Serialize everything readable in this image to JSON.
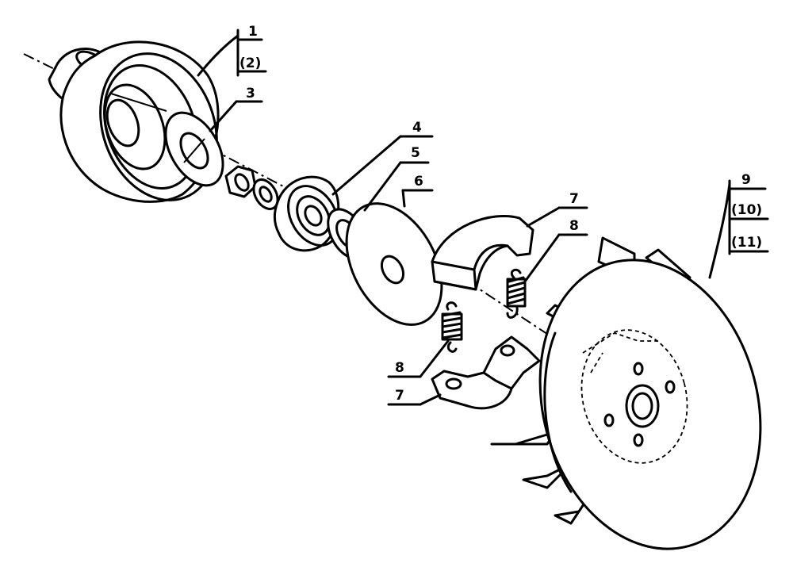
{
  "callouts": {
    "c1": "1",
    "c2": "(2)",
    "c3": "3",
    "c4": "4",
    "c5": "5",
    "c6": "6",
    "c7a": "7",
    "c7b": "7",
    "c8a": "8",
    "c8b": "8",
    "c9": "9",
    "c10": "(10)",
    "c11": "(11)"
  }
}
